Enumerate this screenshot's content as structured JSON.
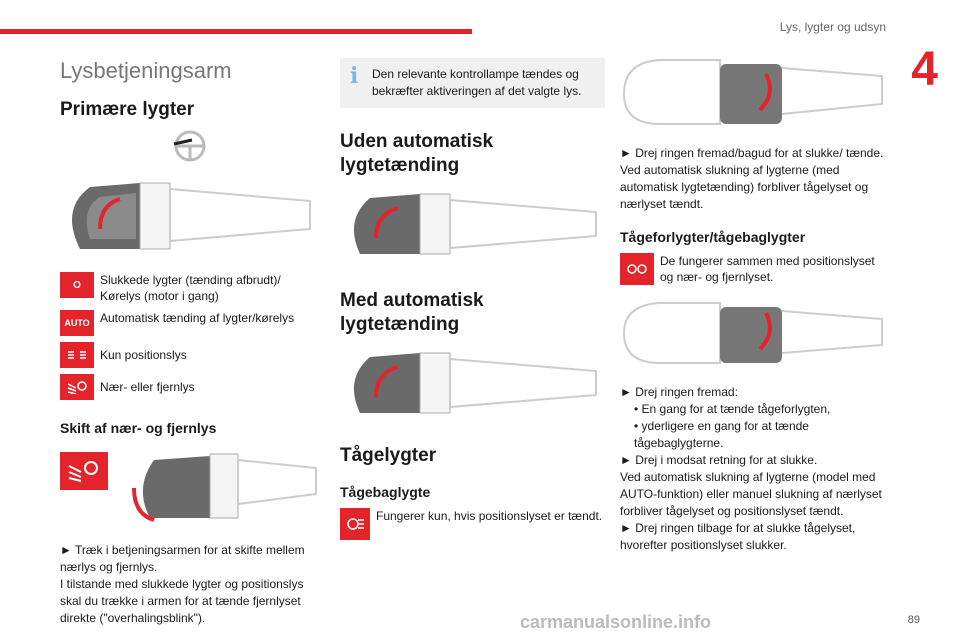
{
  "header": {
    "title": "Lys, lygter og udsyn",
    "chapter": "4"
  },
  "col1": {
    "title": "Lysbetjeningsarm",
    "primary_heading": "Primære lygter",
    "indicators": [
      {
        "icon": "O",
        "label": "Slukkede lygter (tænding afbrudt)/ Kørelys (motor i gang)"
      },
      {
        "icon": "AUTO",
        "label": "Automatisk tænding af lygter/kørelys"
      },
      {
        "icon": "side-lights-icon",
        "label": "Kun positionslys"
      },
      {
        "icon": "headlamp-icon",
        "label": "Nær- eller fjernlys"
      }
    ],
    "switch_heading": "Skift af nær- og fjernlys",
    "switch_text1": "► Træk i betjeningsarmen for at skifte mellem nærlys og fjernlys.",
    "switch_text2": "I tilstande med slukkede lygter og positionslys skal du trække i armen for at tænde fjernlyset direkte (\"overhalingsblink\")."
  },
  "col2": {
    "info": "Den relevante kontrollampe tændes og bekræfter aktiveringen af det valgte lys.",
    "no_auto_heading": "Uden automatisk lygtetænding",
    "auto_heading": "Med automatisk lygtetænding",
    "fog_heading": "Tågelygter",
    "rear_fog_heading": "Tågebaglygte",
    "rear_fog_text": "Fungerer kun, hvis positionslyset er tændt."
  },
  "col3": {
    "text1": "► Drej ringen fremad/bagud for at slukke/ tænde.",
    "text2": "Ved automatisk slukning af lygterne (med automatisk lygtetænding) forbliver tågelyset og nærlyset tændt.",
    "front_rear_heading": "Tågeforlygter/tågebaglygter",
    "front_rear_text": "De fungerer sammen med positionslyset og nær- og fjernlyset.",
    "steps_intro": "► Drej ringen fremad:",
    "bullets": [
      "• En gang for at tænde tågeforlygten,",
      "• yderligere en gang for at tænde tågebaglygterne."
    ],
    "step2": "► Drej i modsat retning for at slukke.",
    "text3": "Ved automatisk slukning af lygterne (model med AUTO-funktion) eller manuel slukning af nærlyset forbliver tågelyset og positionslyset tændt.",
    "step3": "► Drej ringen tilbage for at slukke tågelyset, hvorefter positionslyset slukker."
  },
  "footer": {
    "page": "89",
    "watermark": "carmanualsonline.info"
  },
  "colors": {
    "accent": "#e3242b",
    "info": "#7ab8e6"
  }
}
